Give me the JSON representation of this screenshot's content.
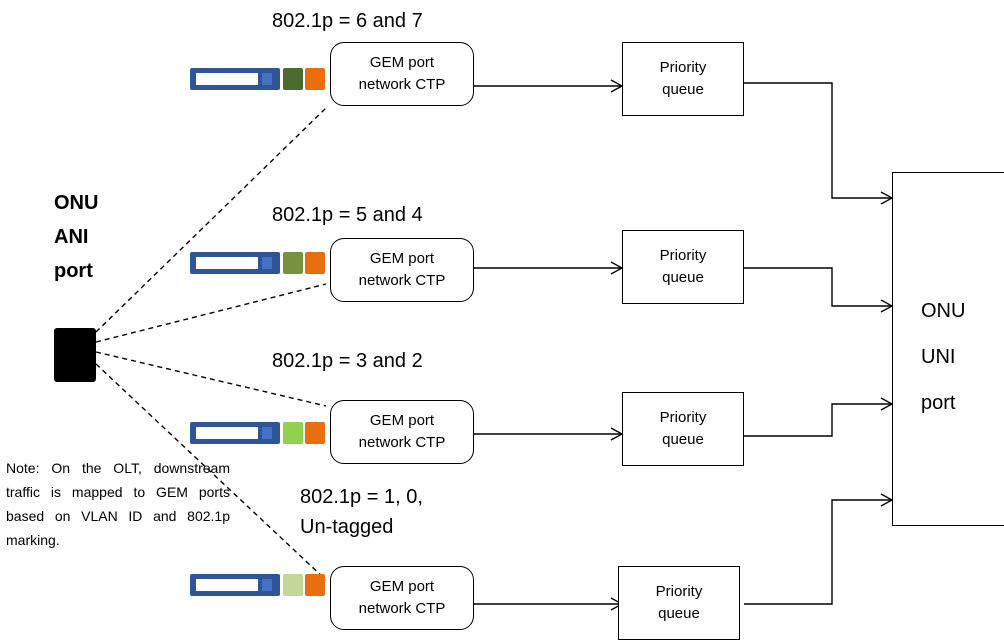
{
  "ani_port": {
    "line1": "ONU",
    "line2": "ANI",
    "line3": "port"
  },
  "uni_port": {
    "line1": "ONU",
    "line2": "UNI",
    "line3": "port"
  },
  "flows": [
    {
      "pbits": [
        "802.1p = 6 and 7"
      ],
      "gem_line1": "GEM port",
      "gem_line2": "network CTP",
      "queue_line1": "Priority",
      "queue_line2": "queue",
      "vid_color": "#4e6b2f"
    },
    {
      "pbits": [
        "802.1p = 5 and 4"
      ],
      "gem_line1": "GEM port",
      "gem_line2": "network CTP",
      "queue_line1": "Priority",
      "queue_line2": "queue",
      "vid_color": "#76923c"
    },
    {
      "pbits": [
        "802.1p = 3 and 2"
      ],
      "gem_line1": "GEM port",
      "gem_line2": "network CTP",
      "queue_line1": "Priority",
      "queue_line2": "queue",
      "vid_color": "#92d050"
    },
    {
      "pbits": [
        "802.1p = 1, 0,",
        "Un-tagged"
      ],
      "gem_line1": "GEM port",
      "gem_line2": "network CTP",
      "queue_line1": "Priority",
      "queue_line2": "queue",
      "vid_color": "#c4d79b"
    }
  ],
  "note": "Note: On the OLT, downstream traffic is mapped to GEM ports based on VLAN ID and 802.1p marking."
}
